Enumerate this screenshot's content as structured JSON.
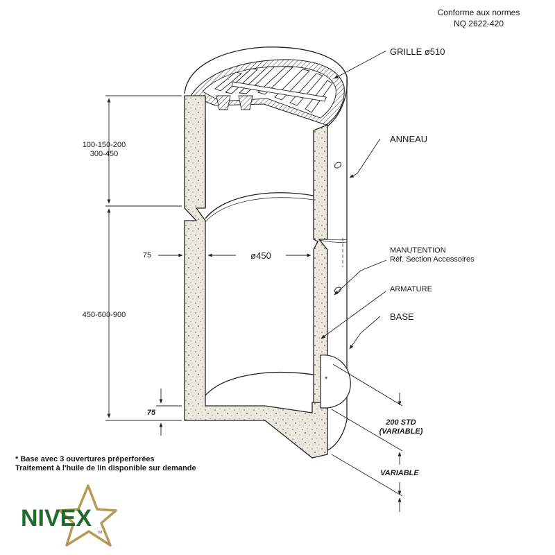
{
  "header": {
    "standard_line1": "Conforme aux normes",
    "standard_line2": "NQ 2622-420"
  },
  "callouts": {
    "grille": "GRILLE  ø510",
    "anneau": "ANNEAU",
    "manutention": "MANUTENTION",
    "manutention_ref": "Réf. Section Accessoires",
    "armature": "ARMATURE",
    "base": "BASE"
  },
  "dimensions": {
    "ring_heights_line1": "100-150-200",
    "ring_heights_line2": "300-450",
    "wall_thickness": "75",
    "inner_diameter": "ø450",
    "base_heights": "450-600-900",
    "floor_thickness": "75",
    "outlet_height_line1": "200 STD",
    "outlet_height_line2": "(VARIABLE)",
    "sump_depth": "VARIABLE",
    "opening_marker": "*"
  },
  "notes": {
    "line1": "* Base avec 3 ouvertures préperforées",
    "line2": "Traitement à l'huile de lin disponible sur demande"
  },
  "brand": {
    "name": "NIVEX",
    "name_color": "#1f6b2e",
    "star_color": "#b49a55",
    "trademark": "TM"
  },
  "colors": {
    "concrete": "#ece9e1",
    "line": "#222222"
  }
}
